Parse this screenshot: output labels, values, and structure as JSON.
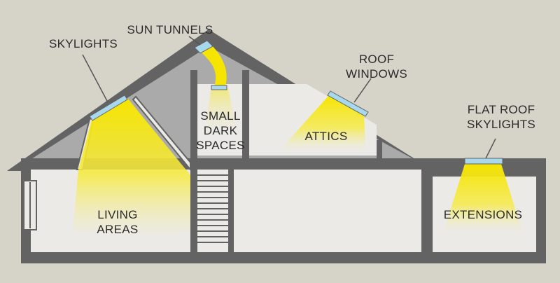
{
  "labels": {
    "sun_tunnels": "SUN TUNNELS",
    "skylights": "SKYLIGHTS",
    "roof_windows": "ROOF\nWINDOWS",
    "flat_roof_skylights": "FLAT ROOF\nSKYLIGHTS",
    "small_dark_spaces": "SMALL\nDARK\nSPACES",
    "attics": "ATTICS",
    "living_areas": "LIVING\nAREAS",
    "extensions": "EXTENSIONS"
  },
  "colors": {
    "background": "#d6d3c9",
    "walls": "#636363",
    "room_fill": "#ebeae6",
    "attic_dark": "#aaaaaa",
    "light_beam": "#f6e500",
    "glass": "#a8d8ee"
  }
}
